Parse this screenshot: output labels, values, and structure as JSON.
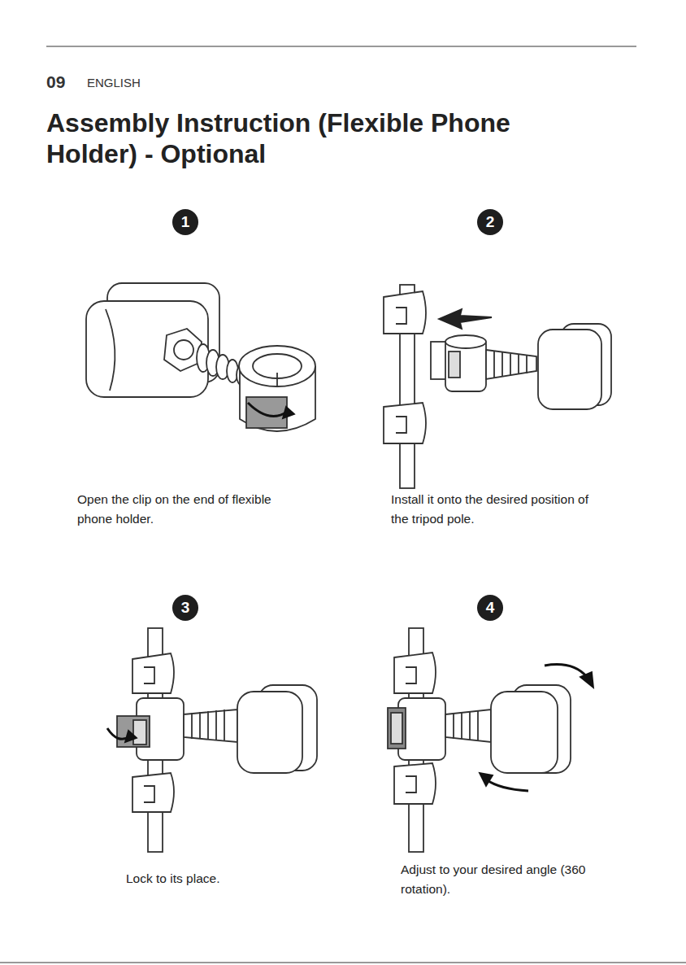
{
  "diagram": {
    "title": "Assembly Instruction (Flexible Phone Holder) - Optional",
    "nodes": [
      {
        "text": [
          "1"
        ]
      },
      {
        "text": [
          "2"
        ]
      },
      {
        "text": [
          "3"
        ]
      },
      {
        "text": [
          "4"
        ]
      }
    ],
    "labels": [
      "09",
      "ENGLISH",
      "Open the clip on the end of flexible phone holder.",
      "Install it onto the desired position of the tripod pole.",
      "Lock to its place.",
      "Adjust to your desired angle (360 rotation)."
    ]
  }
}
